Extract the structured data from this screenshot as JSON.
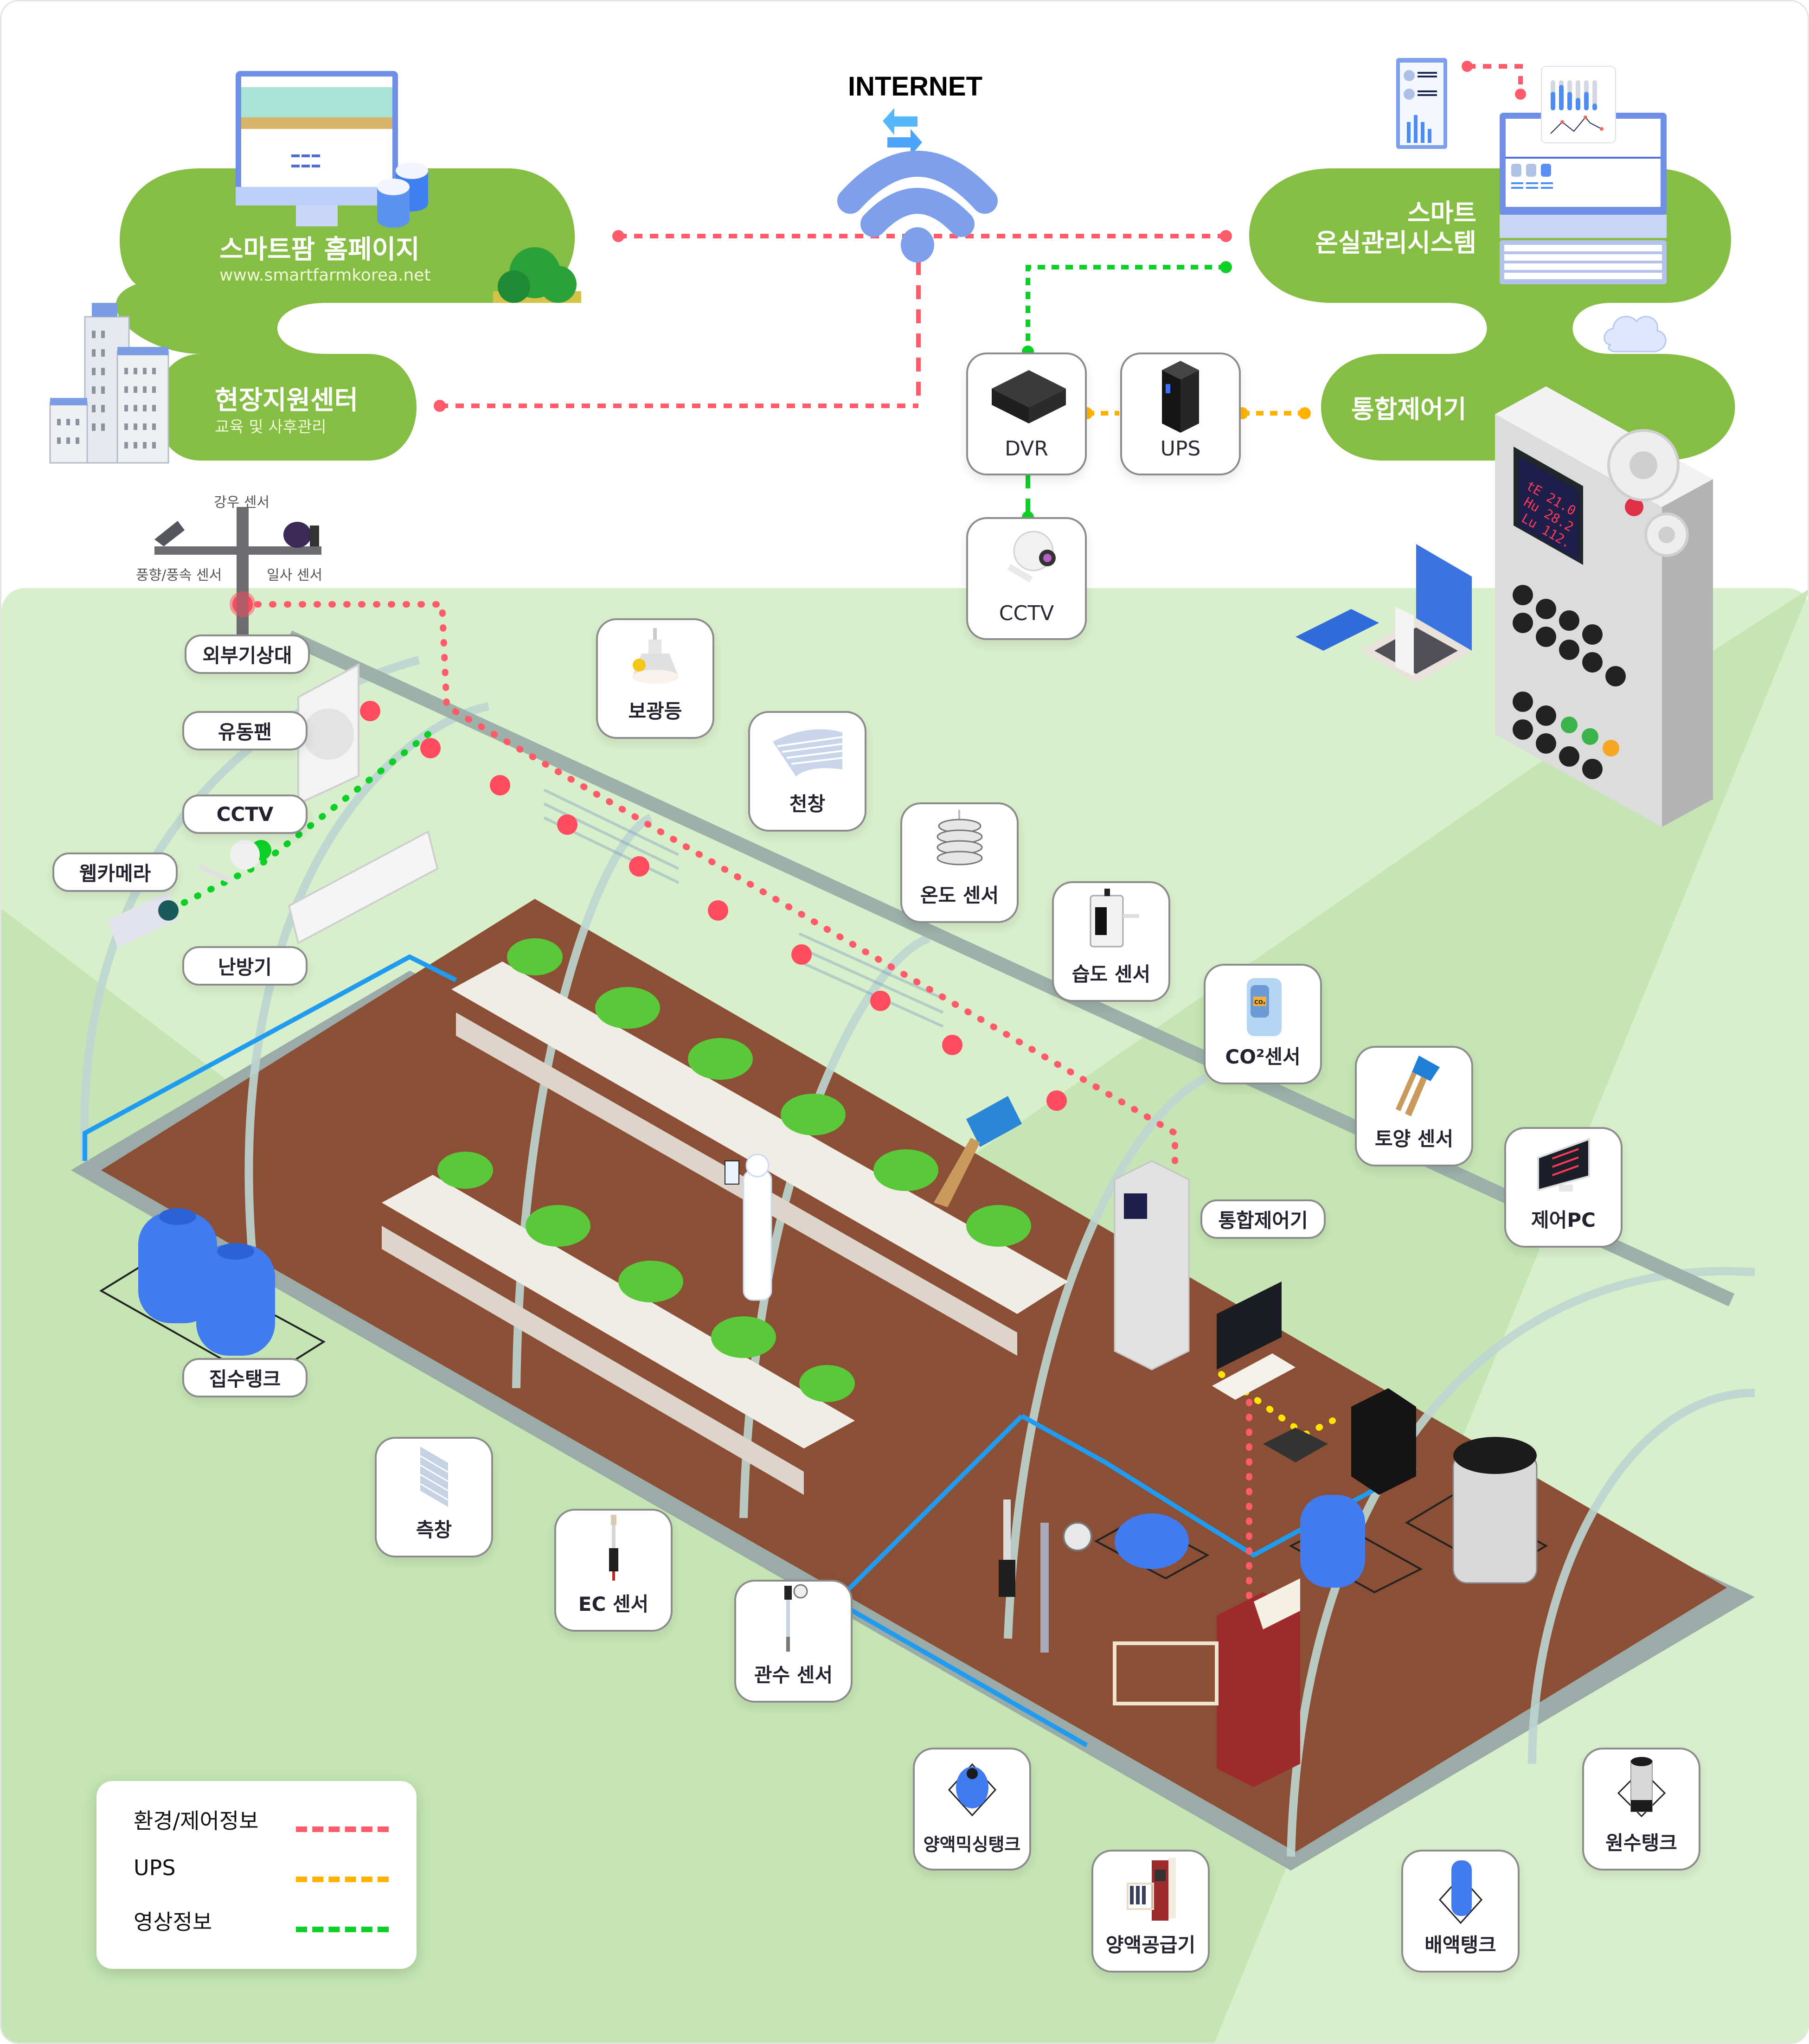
{
  "title": "스마트팜 시스템 구성도",
  "colors": {
    "env_control": "#ff5b6b",
    "ups": "#ffb300",
    "video": "#0ccf27",
    "blob_green": "#86bd44",
    "field_light": "#d8efcb",
    "field_dark": "#c3e3b2",
    "soil": "#8b4f36",
    "water_pipe": "#1f9bf0"
  },
  "network": {
    "internet_label": "INTERNET",
    "homepage": {
      "title": "스마트팜 홈페이지",
      "url": "www.smartfarmkorea.net"
    },
    "support_center": {
      "title": "현장지원센터",
      "subtitle": "교육 및 사후관리"
    },
    "management_system": {
      "title_line1": "스마트",
      "title_line2": "온실관리시스템"
    },
    "integrated_controller": {
      "title": "통합제어기"
    },
    "dvr": {
      "label": "DVR"
    },
    "ups": {
      "label": "UPS"
    },
    "cctv": {
      "label": "CCTV"
    }
  },
  "weather_station": {
    "rain_sensor": "강우 센서",
    "wind_sensor": "풍향/풍속 센서",
    "solar_sensor": "일사 센서",
    "label": "외부기상대"
  },
  "left_labels": [
    {
      "id": "circulation-fan",
      "label": "유동팬"
    },
    {
      "id": "cctv",
      "label": "CCTV"
    },
    {
      "id": "webcam",
      "label": "웹카메라"
    },
    {
      "id": "heater",
      "label": "난방기"
    },
    {
      "id": "collection-tank",
      "label": "집수탱크"
    }
  ],
  "inner_labels": [
    {
      "id": "integrated-controller",
      "label": "통합제어기"
    }
  ],
  "device_cards": [
    {
      "id": "supplemental-light",
      "label": "보광등",
      "icon": "lamp-icon"
    },
    {
      "id": "roof-window",
      "label": "천창",
      "icon": "roof-vent-icon"
    },
    {
      "id": "temperature-sensor",
      "label": "온도 센서",
      "icon": "temperature-sensor-icon"
    },
    {
      "id": "humidity-sensor",
      "label": "습도 센서",
      "icon": "humidity-sensor-icon"
    },
    {
      "id": "co2-sensor",
      "label": "CO²센서",
      "icon": "co2-sensor-icon"
    },
    {
      "id": "soil-sensor",
      "label": "토양 센서",
      "icon": "soil-sensor-icon"
    },
    {
      "id": "control-pc",
      "label": "제어PC",
      "icon": "monitor-icon"
    },
    {
      "id": "side-window",
      "label": "측창",
      "icon": "side-window-icon"
    },
    {
      "id": "ec-sensor",
      "label": "EC 센서",
      "icon": "ec-probe-icon"
    },
    {
      "id": "irrigation-sensor",
      "label": "관수 센서",
      "icon": "tensiometer-icon"
    },
    {
      "id": "nutrient-mixing-tank",
      "label": "양액믹싱탱크",
      "icon": "mixing-tank-icon"
    },
    {
      "id": "nutrient-supplier",
      "label": "양액공급기",
      "icon": "nutrient-supplier-icon"
    },
    {
      "id": "drain-tank",
      "label": "배액탱크",
      "icon": "drain-tank-icon"
    },
    {
      "id": "raw-water-tank",
      "label": "원수탱크",
      "icon": "raw-water-tank-icon"
    }
  ],
  "controller_display": {
    "rows": [
      "tE 21.0",
      "Hu 28.2",
      "Lu 112."
    ]
  },
  "legend": [
    {
      "label": "환경/제어정보",
      "color": "#ff5b6b"
    },
    {
      "label": "UPS",
      "color": "#ffb300"
    },
    {
      "label": "영상정보",
      "color": "#0ccf27"
    }
  ]
}
